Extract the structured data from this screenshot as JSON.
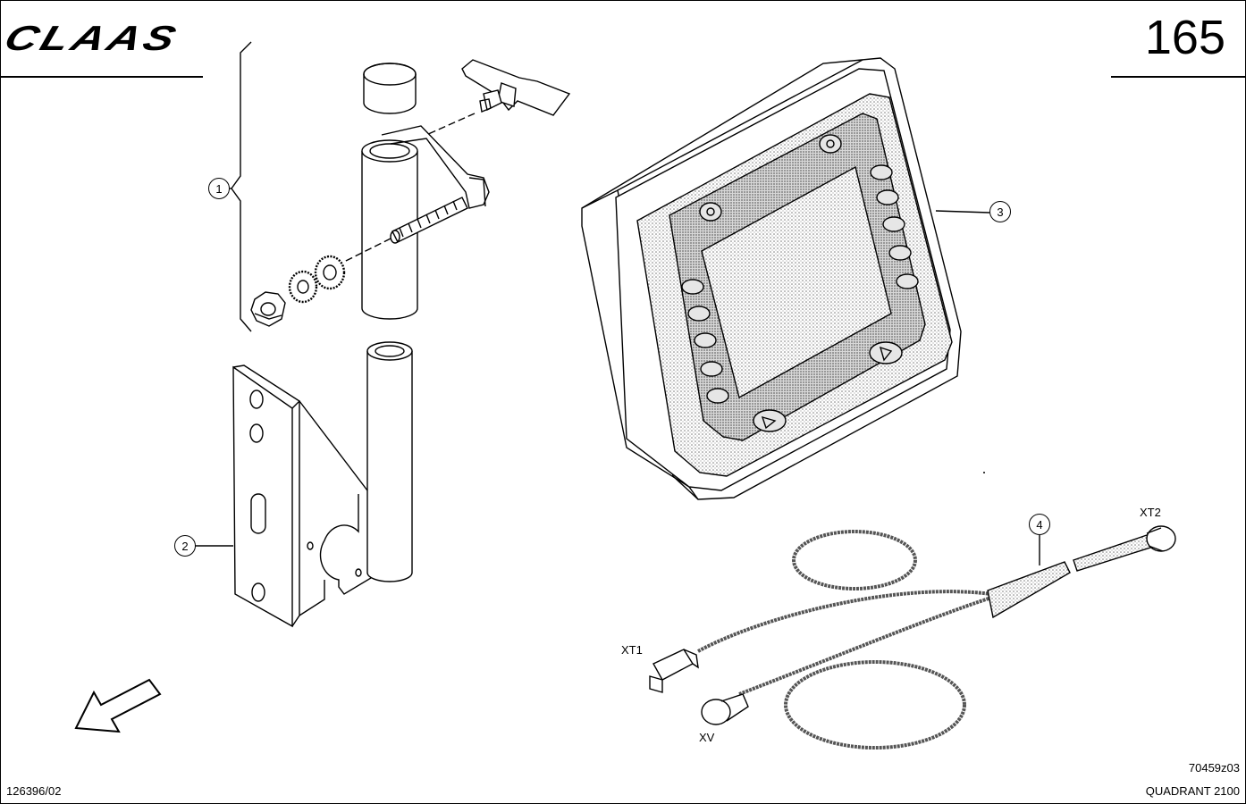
{
  "header": {
    "brand": "CLAAS",
    "page_number": "165"
  },
  "callouts": [
    "1",
    "2",
    "3",
    "4"
  ],
  "connectors": {
    "xt1": "XT1",
    "xt2": "XT2",
    "xv": "XV"
  },
  "footer": {
    "doc_number": "126396/02",
    "drawing_number": "70459z03",
    "model": "QUADRANT 2100"
  },
  "colors": {
    "line": "#000000",
    "paper": "#ffffff",
    "stipple": "#8a8a8a"
  }
}
